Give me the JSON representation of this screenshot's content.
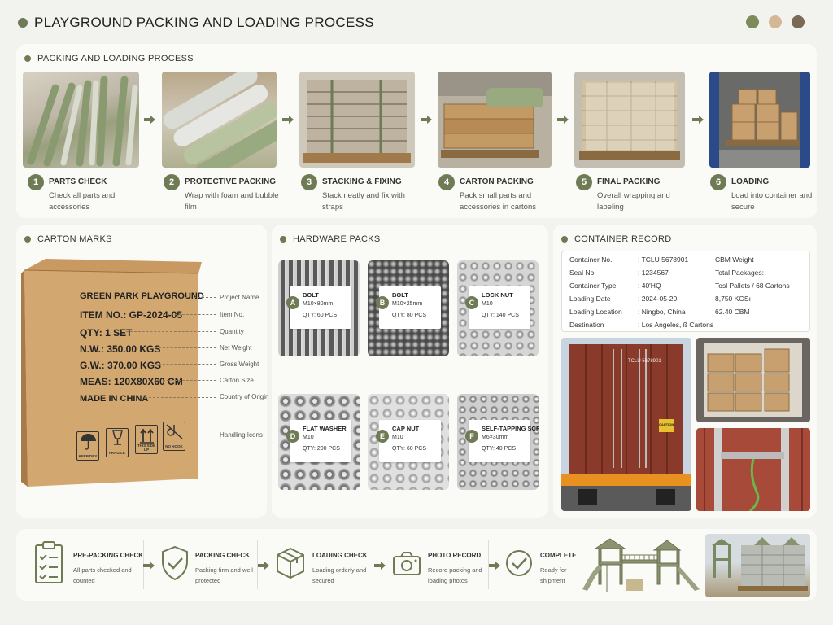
{
  "header": {
    "title": "PLAYGROUND PACKING AND LOADING PROCESS",
    "dot_colors": [
      "#7d8a5a",
      "#d4b896",
      "#7a6a55"
    ]
  },
  "process": {
    "title": "PACKING AND LOADING PROCESS",
    "steps": [
      {
        "num": "1",
        "title": "PARTS CHECK",
        "desc": "Check all parts and accessories"
      },
      {
        "num": "2",
        "title": "PROTECTIVE PACKING",
        "desc": "Wrap with foam and bubble film"
      },
      {
        "num": "3",
        "title": "STACKING & FIXING",
        "desc": "Stack neatly and fix with straps"
      },
      {
        "num": "4",
        "title": "CARTON PACKING",
        "desc": "Pack small parts and accessories in cartons"
      },
      {
        "num": "5",
        "title": "FINAL PACKING",
        "desc": "Overall wrapping and labeling"
      },
      {
        "num": "6",
        "title": "LOADING",
        "desc": "Load into container and secure"
      }
    ]
  },
  "carton": {
    "title": "CARTON MARKS",
    "marks": [
      {
        "text": "GREEN PARK PLAYGROUND",
        "label": "Project Name"
      },
      {
        "text": "ITEM NO.: GP-2024-05",
        "label": "Item No."
      },
      {
        "text": "QTY: 1 SET",
        "label": "Quantity"
      },
      {
        "text": "N.W.: 350.00  KGS",
        "label": "Net Weight"
      },
      {
        "text": "G.W.: 370.00  KGS",
        "label": "Gross Weight"
      },
      {
        "text": "MEAS: 120X80X60 CM",
        "label": "Carton Size"
      },
      {
        "text": "MADE IN CHINA",
        "label": "Country of Origin"
      }
    ],
    "handling_label": "Handling Icons",
    "icons": [
      {
        "icon": "umbrella-icon",
        "text": "KEEP DRY"
      },
      {
        "icon": "glass-icon",
        "text": "FRAGILE"
      },
      {
        "icon": "up-arrows-icon",
        "text": "THIS SIDE UP"
      },
      {
        "icon": "no-hook-icon",
        "text": "NO HOOK"
      }
    ]
  },
  "hardware": {
    "title": "HARDWARE PACKS",
    "packs": [
      {
        "letter": "A",
        "name": "BOLT",
        "size": "M10×80mm",
        "qty": "QTY: 60 PCS"
      },
      {
        "letter": "B",
        "name": "BOLT",
        "size": "M10×25mm",
        "qty": "QTY: 80 PCS"
      },
      {
        "letter": "C",
        "name": "LOCK NUT",
        "size": "M10",
        "qty": "QTY: 140 PCS"
      },
      {
        "letter": "D",
        "name": "FLAT WASHER",
        "size": "M10",
        "qty": "QTY: 200 PCS"
      },
      {
        "letter": "E",
        "name": "CAP NUT",
        "size": "M10",
        "qty": "QTY: 60 PCS"
      },
      {
        "letter": "F",
        "name": "SELF-TAPPING SCREW",
        "size": "M6×30mm",
        "qty": "QTY: 40 PCS"
      }
    ]
  },
  "container": {
    "title": "CONTAINER RECORD",
    "rows": [
      {
        "label": "Container No.",
        "value": ": TCLU 5678901",
        "right": "CBM Weight"
      },
      {
        "label": "Seal No.",
        "value": ": 1234567",
        "right": "Total Packages:"
      },
      {
        "label": "Container Type",
        "value": ": 40'HQ",
        "right": "Tosl Pallets / 68 Cartons"
      },
      {
        "label": "Loading Date",
        "value": ": 2024-05-20",
        "right": "8,750 KGSı"
      },
      {
        "label": "Loading Location",
        "value": ": Ningbo, China",
        "right": "62.40 CBM"
      },
      {
        "label": "Destination",
        "value": ": Los Angeles, ß Cartons",
        "right": ""
      }
    ],
    "container_text": "TCLU 5678901",
    "caution": "CAUTION"
  },
  "checks": [
    {
      "title": "PRE-PACKING CHECK",
      "desc": "All parts checked and counted",
      "icon": "clipboard-icon"
    },
    {
      "title": "PACKING CHECK",
      "desc": "Packing firm and well protected",
      "icon": "shield-check-icon"
    },
    {
      "title": "LOADING CHECK",
      "desc": "Loading orderly and secured",
      "icon": "box-icon"
    },
    {
      "title": "PHOTO RECORD",
      "desc": "Record packing and loading photos",
      "icon": "camera-icon"
    },
    {
      "title": "COMPLETE",
      "desc": "Ready for shipment",
      "icon": "check-circle-icon"
    }
  ]
}
